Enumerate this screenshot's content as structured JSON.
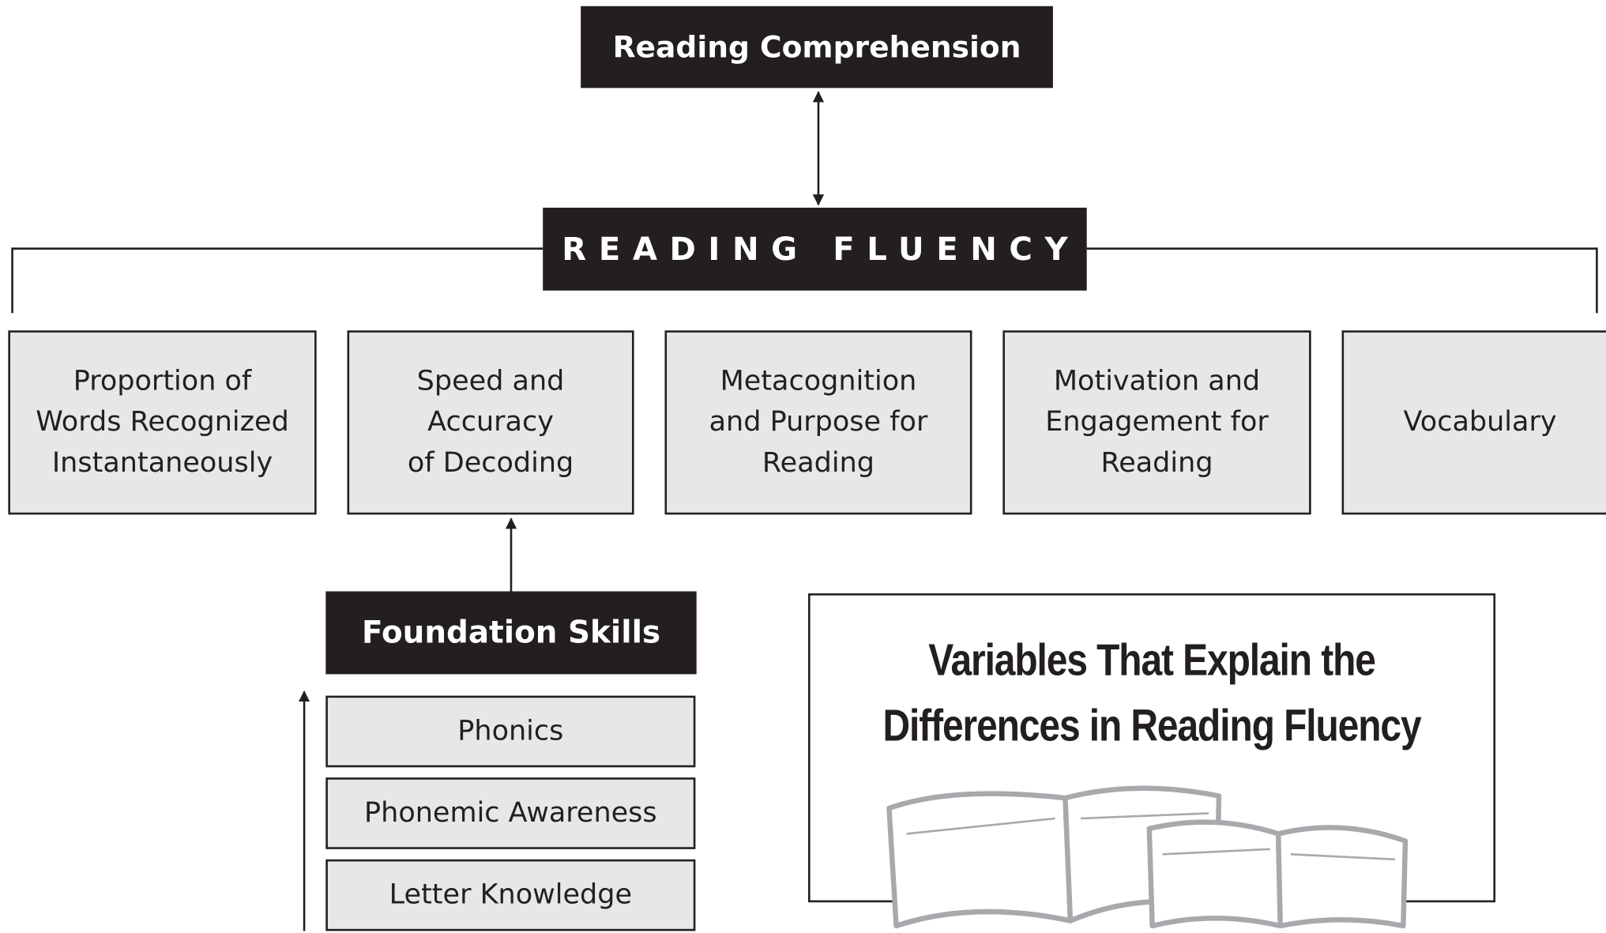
{
  "top_box": {
    "label": "Reading Comprehension"
  },
  "center_box": {
    "label": "READING FLUENCY"
  },
  "variables": [
    {
      "label": "Proportion of\nWords Recognized\nInstantaneously"
    },
    {
      "label": "Speed and\nAccuracy\nof Decoding"
    },
    {
      "label": "Metacognition\nand Purpose for\nReading"
    },
    {
      "label": "Motivation and\nEngagement for\nReading"
    },
    {
      "label": "Vocabulary"
    }
  ],
  "foundation": {
    "label": "Foundation Skills",
    "skills": [
      {
        "label": "Phonics"
      },
      {
        "label": "Phonemic Awareness"
      },
      {
        "label": "Letter Knowledge"
      }
    ]
  },
  "title_box": {
    "title": "Variables That Explain the\nDifferences in Reading Fluency"
  },
  "colors": {
    "dark": "#231f20",
    "box_fill": "#e6e7e8",
    "book_gray": "#a7a9ac"
  }
}
